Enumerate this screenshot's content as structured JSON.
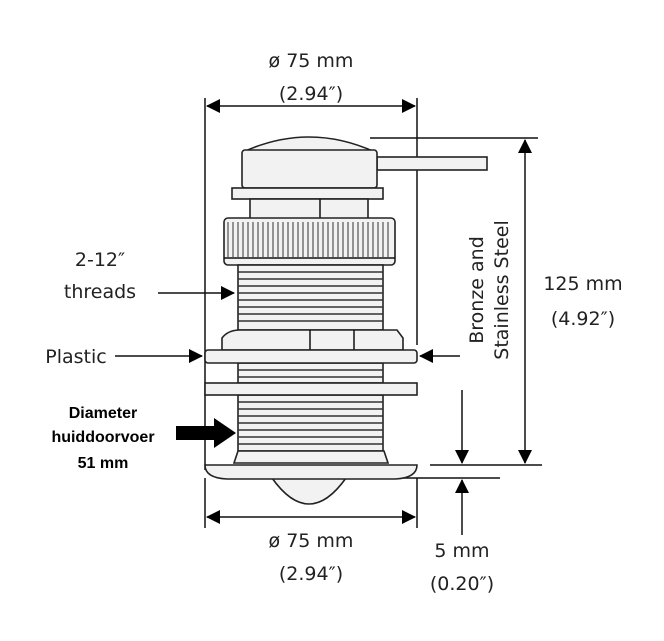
{
  "top_dimension": {
    "metric": "ø 75 mm",
    "imperial": "(2.94″)"
  },
  "bottom_dimension": {
    "metric": "ø 75 mm",
    "imperial": "(2.94″)"
  },
  "height_dimension": {
    "metric": "125 mm",
    "imperial": "(4.92″)"
  },
  "offset_dimension": {
    "metric": "5 mm",
    "imperial": "(0.20″)"
  },
  "material": {
    "line1": "Bronze and",
    "line2": "Stainless Steel"
  },
  "threads": {
    "line1": "2-12″",
    "line2": "threads"
  },
  "plastic": "Plastic",
  "diameter_note": {
    "line1": "Diameter",
    "line2": "huiddoorvoer",
    "line3": "51 mm"
  }
}
